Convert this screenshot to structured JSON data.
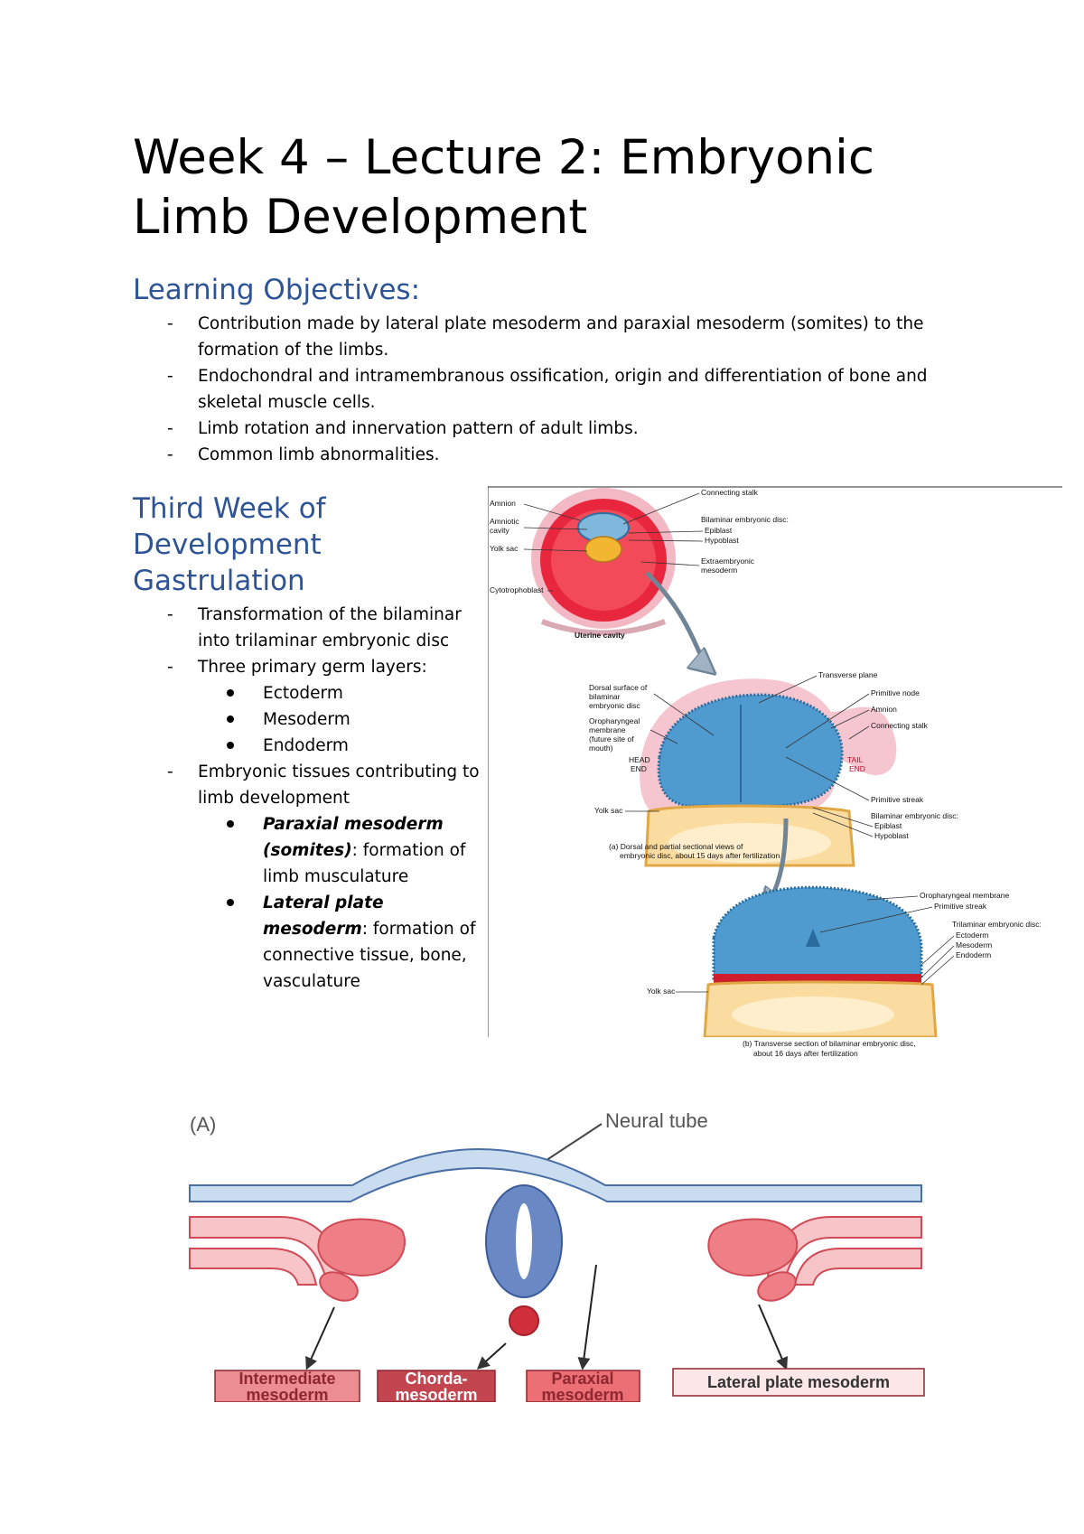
{
  "title": "Week 4 – Lecture 2: Embryonic Limb Development",
  "objectives": {
    "heading": "Learning Objectives:",
    "items": [
      "Contribution made by lateral plate mesoderm and paraxial mesoderm (somites) to the formation of the limbs.",
      "Endochondral and intramembranous ossification, origin and differentiation of bone and skeletal muscle cells.",
      "Limb rotation and innervation pattern of adult limbs.",
      "Common limb abnormalities."
    ]
  },
  "third_week": {
    "heading_lines": [
      "Third Week of",
      "Development",
      "Gastrulation"
    ],
    "items": [
      "Transformation of the bilaminar into trilaminar embryonic disc",
      "Three primary germ layers:",
      "Embryonic tissues contributing to limb development"
    ],
    "germ_layers": [
      "Ectoderm",
      "Mesoderm",
      "Endoderm"
    ],
    "tissues": [
      {
        "term": "Paraxial mesoderm (somites)",
        "desc": "formation of limb musculature"
      },
      {
        "term": "Lateral plate mesoderm",
        "desc": "formation of connective tissue, bone, vasculature"
      }
    ]
  },
  "figure1": {
    "labels": {
      "amnion": "Amnion",
      "amniotic_cavity": [
        "Amniotic",
        "cavity"
      ],
      "yolk_sac": "Yolk sac",
      "cytotrophoblast": "Cytotrophoblast",
      "uterine_cavity": "Uterine cavity",
      "connecting_stalk": "Connecting stalk",
      "bilaminar_disc": "Bilaminar embryonic disc:",
      "epiblast": "Epiblast",
      "hypoblast": "Hypoblast",
      "extraembryonic": [
        "Extraembryonic",
        "mesoderm"
      ],
      "dorsal_surface": [
        "Dorsal surface of",
        "bilaminar",
        "embryonic disc"
      ],
      "oropharyngeal": [
        "Oropharyngeal",
        "membrane",
        "(future site of",
        "mouth)"
      ],
      "head_end": [
        "HEAD",
        "END"
      ],
      "tail_end": [
        "TAIL",
        "END"
      ],
      "transverse_plane": "Transverse plane",
      "primitive_node": "Primitive node",
      "amnion2": "Amnion",
      "connecting_stalk2": "Connecting stalk",
      "primitive_streak": "Primitive streak",
      "bilaminar_disc2": "Bilaminar embryonic disc:",
      "epiblast2": "Epiblast",
      "hypoblast2": "Hypoblast",
      "yolk_sac2": "Yolk sac",
      "caption_a": [
        "(a) Dorsal and partial sectional views of",
        "embryonic disc, about 15 days after fertilization"
      ],
      "oropharyngeal2": "Oropharyngeal membrane",
      "primitive_streak2": "Primitive streak",
      "trilaminar": "Trilaminar embryonic disc:",
      "ectoderm": "Ectoderm",
      "mesoderm": "Mesoderm",
      "endoderm": "Endoderm",
      "yolk_sac3": "Yolk sac",
      "caption_b": [
        "(b) Transverse section of bilaminar embryonic disc,",
        "about 16 days after fertilization"
      ]
    }
  },
  "figure2": {
    "panel": "(A)",
    "neural_tube": "Neural tube",
    "boxes": {
      "intermediate": [
        "Intermediate",
        "mesoderm"
      ],
      "chorda": [
        "Chorda-",
        "mesoderm"
      ],
      "paraxial": [
        "Paraxial",
        "mesoderm"
      ],
      "lateral": "Lateral plate mesoderm"
    }
  }
}
